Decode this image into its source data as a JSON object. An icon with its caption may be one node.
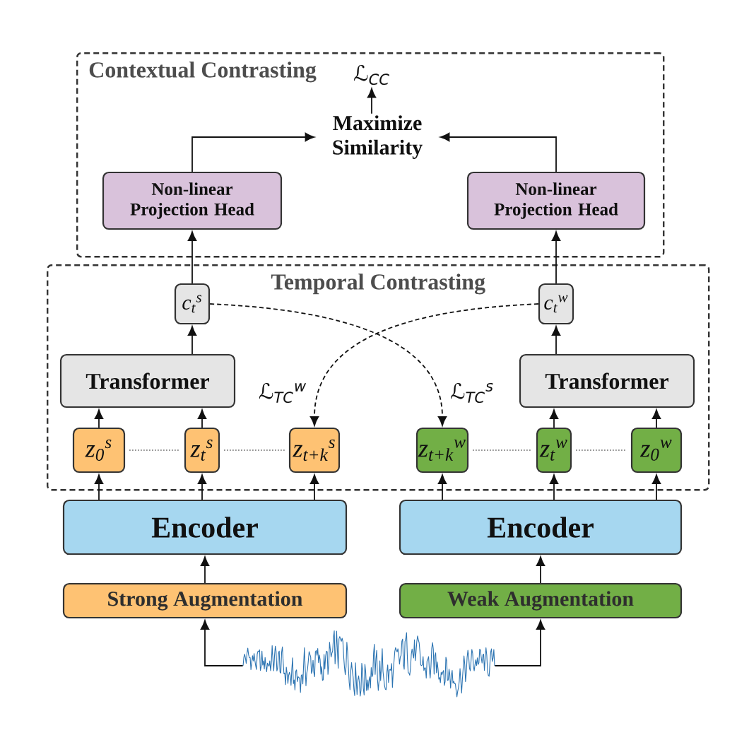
{
  "diagram": {
    "nodes": [
      {
        "text": [
          "Contextual Contrasting"
        ]
      },
      {
        "text": [
          "ℒ$_{CC}$"
        ],
        "in": 0
      },
      {
        "text": [
          "Maximize Similarity"
        ],
        "in": 0
      },
      {
        "text": [
          "Non-linear Projection Head"
        ],
        "in": 0
      },
      {
        "text": [
          "Non-linear Projection Head"
        ],
        "in": 0
      },
      {
        "text": [
          "Temporal Contrasting"
        ]
      },
      {
        "text": [
          "c$_{t}$$^{s}$"
        ],
        "in": 5
      },
      {
        "text": [
          "c$_{t}$$^{w}$"
        ],
        "in": 5
      },
      {
        "text": [
          "Transformer"
        ],
        "in": 5
      },
      {
        "text": [
          "Transformer"
        ],
        "in": 5
      },
      {
        "text": [
          "z$_{0}$$^{s}$"
        ],
        "in": 5
      },
      {
        "text": [
          "z$_{t}$$^{s}$"
        ],
        "in": 5
      },
      {
        "text": [
          "z$_{t+k}$$^{s}$"
        ],
        "in": 5
      },
      {
        "text": [
          "z$_{t+k}$$^{w}$"
        ],
        "in": 5
      },
      {
        "text": [
          "z$_{t}$$^{w}$"
        ],
        "in": 5
      },
      {
        "text": [
          "z$_{0}$$^{w}$"
        ],
        "in": 5
      },
      {
        "text": [
          "Encoder"
        ]
      },
      {
        "text": [
          "Encoder"
        ]
      },
      {
        "text": [
          "Strong Augmentation"
        ]
      },
      {
        "text": [
          "Weak Augmentation"
        ]
      },
      {
        "text": [],
        "shape": "picture"
      }
    ],
    "edges": [
      {
        "from": 2,
        "to": 1,
        "arrow": "to"
      },
      {
        "from": 3,
        "to": 2,
        "arrow": "to"
      },
      {
        "from": 4,
        "to": 2,
        "arrow": "to"
      },
      {
        "from": 6,
        "to": 3,
        "arrow": "to"
      },
      {
        "from": 7,
        "to": 4,
        "arrow": "to"
      },
      {
        "from": 8,
        "to": 6,
        "arrow": "to"
      },
      {
        "from": 9,
        "to": 7,
        "arrow": "to"
      },
      {
        "from": 10,
        "to": 8,
        "arrow": "to"
      },
      {
        "from": 11,
        "to": 8,
        "arrow": "to"
      },
      {
        "from": 14,
        "to": 9,
        "arrow": "to"
      },
      {
        "from": 15,
        "to": 9,
        "arrow": "to"
      },
      {
        "from": 16,
        "to": 10,
        "arrow": "to"
      },
      {
        "from": 16,
        "to": 11,
        "arrow": "to"
      },
      {
        "from": 16,
        "to": 12,
        "arrow": "to"
      },
      {
        "from": 17,
        "to": 13,
        "arrow": "to"
      },
      {
        "from": 17,
        "to": 14,
        "arrow": "to"
      },
      {
        "from": 17,
        "to": 15,
        "arrow": "to"
      },
      {
        "from": 18,
        "to": 16,
        "arrow": "to"
      },
      {
        "from": 19,
        "to": 17,
        "arrow": "to"
      },
      {
        "from": 20,
        "to": 18,
        "arrow": "to"
      },
      {
        "from": 20,
        "to": 19,
        "arrow": "to"
      },
      {
        "from": 6,
        "to": 13,
        "arrow": "to",
        "style": "dashed",
        "label": "ℒ$_{TC}$$^{s}$"
      },
      {
        "from": 7,
        "to": 12,
        "arrow": "to",
        "style": "dashed",
        "label": "ℒ$_{TC}$$^{w}$"
      },
      {
        "from": 10,
        "to": 11,
        "arrow": "none",
        "style": "dashed"
      },
      {
        "from": 11,
        "to": 12,
        "arrow": "none",
        "style": "dashed"
      },
      {
        "from": 13,
        "to": 14,
        "arrow": "none",
        "style": "dashed"
      },
      {
        "from": 14,
        "to": 15,
        "arrow": "none",
        "style": "dashed"
      }
    ]
  }
}
